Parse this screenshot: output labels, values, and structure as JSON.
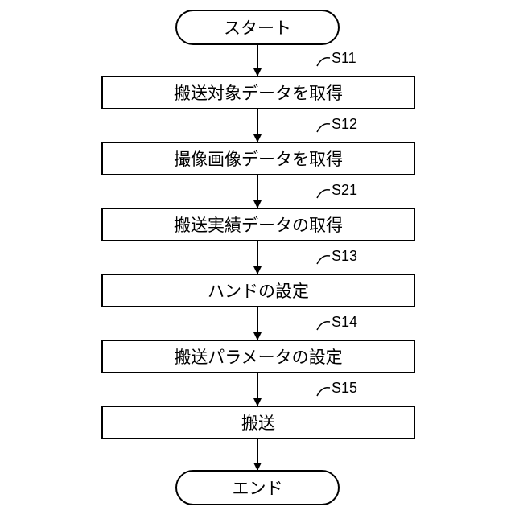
{
  "start_label": "スタート",
  "end_label": "エンド",
  "steps": [
    {
      "id": "S11",
      "label": "搬送対象データを取得"
    },
    {
      "id": "S12",
      "label": "撮像画像データを取得"
    },
    {
      "id": "S21",
      "label": "搬送実績データの取得"
    },
    {
      "id": "S13",
      "label": "ハンドの設定"
    },
    {
      "id": "S14",
      "label": "搬送パラメータの設定"
    },
    {
      "id": "S15",
      "label": "搬送"
    }
  ]
}
